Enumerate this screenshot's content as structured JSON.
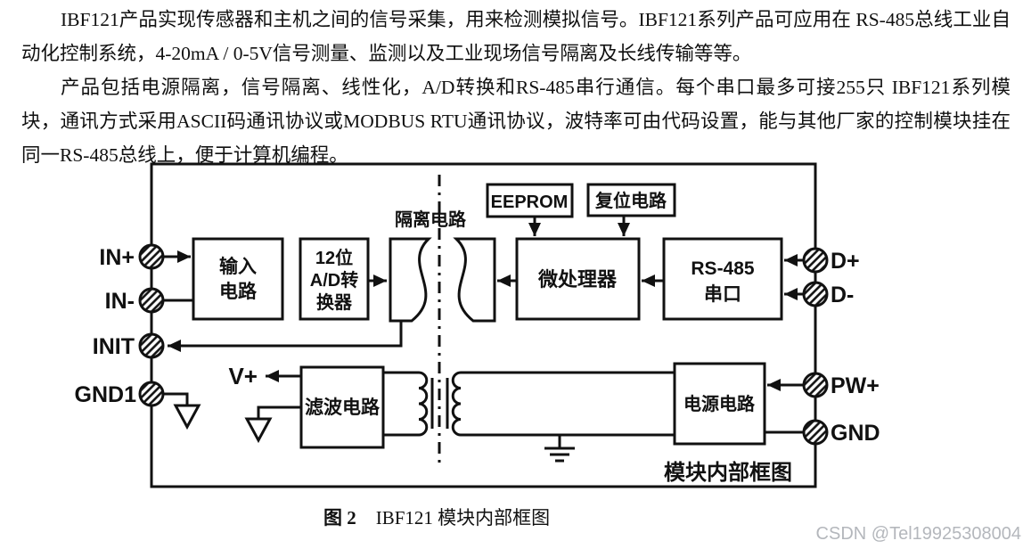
{
  "doc": {
    "paragraphs": [
      "IBF121产品实现传感器和主机之间的信号采集，用来检测模拟信号。IBF121系列产品可应用在 RS-485总线工业自动化控制系统，4-20mA / 0-5V信号测量、监测以及工业现场信号隔离及长线传输等等。",
      "产品包括电源隔离，信号隔离、线性化，A/D转换和RS-485串行通信。每个串口最多可接255只 IBF121系列模块，通讯方式采用ASCII码通讯协议或MODBUS RTU通讯协议，波特率可由代码设置，能与其他厂家的控制模块挂在同一RS-485总线上，便于计算机编程。"
    ],
    "caption": {
      "figure_label": "图 2",
      "figure_title": "IBF121 模块内部框图"
    },
    "watermark": "CSDN @Tel19925308004"
  },
  "diagram": {
    "inner_title": "模块内部框图",
    "isolation_label": "隔离电路",
    "blocks": {
      "input_line1": "输入",
      "input_line2": "电路",
      "adc_line1": "12位",
      "adc_line2": "A/D转",
      "adc_line3": "换器",
      "eeprom": "EEPROM",
      "reset": "复位电路",
      "mcu": "微处理器",
      "rs485_line1": "RS-485",
      "rs485_line2": "串口",
      "filter": "滤波电路",
      "power": "电源电路"
    },
    "terminals": {
      "in_plus": "IN+",
      "in_minus": "IN-",
      "init": "INIT",
      "gnd1": "GND1",
      "d_plus": "D+",
      "d_minus": "D-",
      "pw_plus": "PW+",
      "gnd": "GND",
      "v_plus": "V+"
    }
  }
}
